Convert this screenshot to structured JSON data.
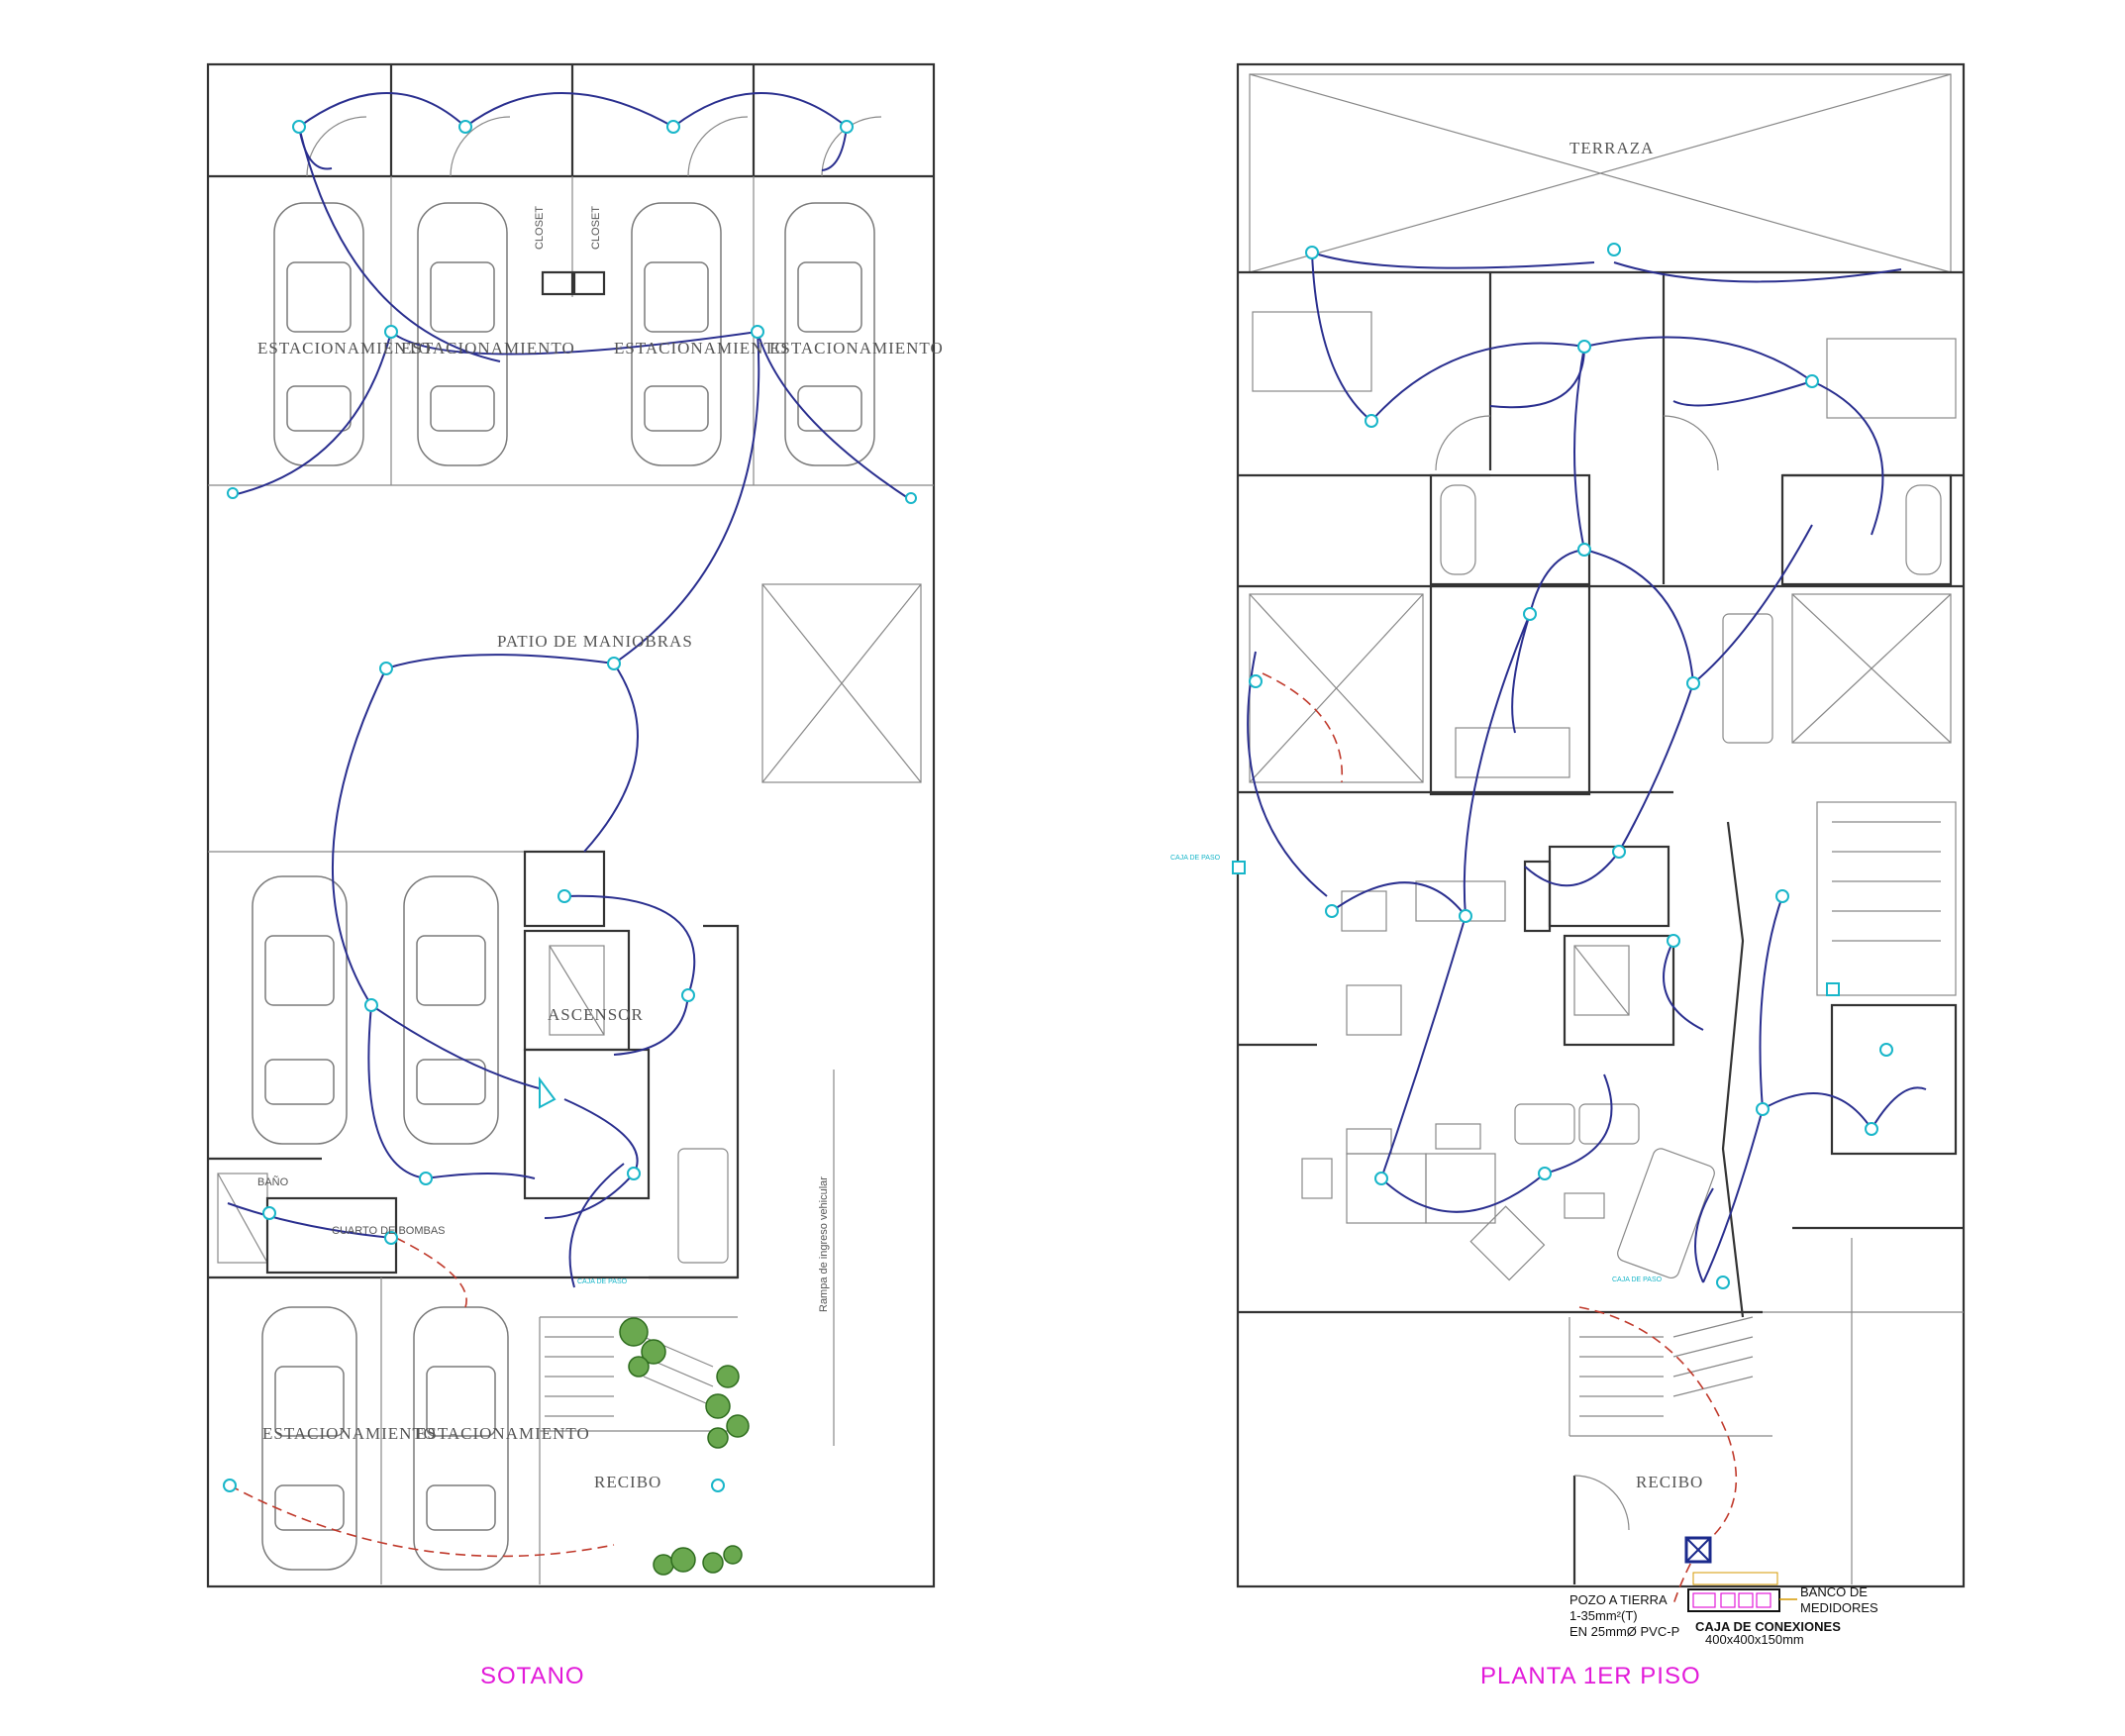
{
  "titles": {
    "left": "SOTANO",
    "right": "PLANTA  1ER PISO"
  },
  "sotano": {
    "parking_top": [
      "ESTACIONAMIENTO",
      "ESTACIONAMIENTO",
      "ESTACIONAMIENTO",
      "ESTACIONAMIENTO"
    ],
    "closet": "CLOSET",
    "patio": "PATIO DE MANIOBRAS",
    "ascensor": "ASCENSOR",
    "bano": "BAÑO",
    "cuarto_bombas": "CUARTO DE BOMBAS",
    "parking_bottom": [
      "ESTACIONAMIENTO",
      "ESTACIONAMIENTO"
    ],
    "recibo": "RECIBO",
    "rampa": "Rampa de ingreso vehicular",
    "caja_piso": "CAJA DE PASO"
  },
  "planta": {
    "terraza": "TERRAZA",
    "recibo": "RECIBO",
    "caja_piso": "CAJA DE PASO",
    "pozo": [
      "POZO A TIERRA",
      "1-35mm²(T)",
      "EN 25mmØ PVC-P"
    ],
    "banco": [
      "BANCO DE",
      "MEDIDORES"
    ],
    "caja_conexiones": [
      "CAJA  DE  CONEXIONES",
      "400x400x150mm"
    ]
  },
  "colors": {
    "wire": "#2a2f8f",
    "fixture": "#18b6c9",
    "title": "#e21ad9",
    "ground": "#c0392b"
  },
  "icons": [
    "light-fixture-icon",
    "switch-icon",
    "meter-box-icon",
    "tree-icon",
    "car-icon"
  ]
}
